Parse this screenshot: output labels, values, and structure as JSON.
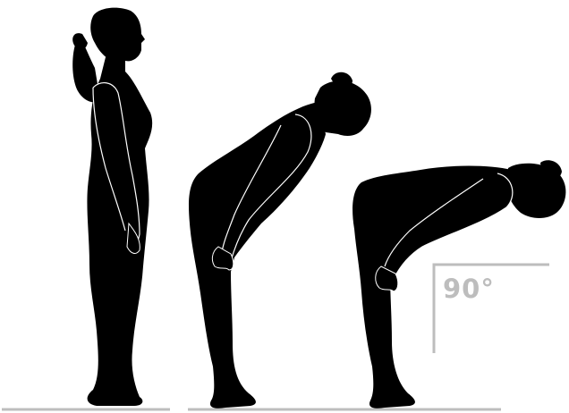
{
  "figures": [
    {
      "pose": "standing"
    },
    {
      "pose": "forward-bend"
    },
    {
      "pose": "flat-back-bend"
    }
  ],
  "angle_marker": {
    "label": "90°"
  },
  "colors": {
    "silhouette": "#000000",
    "outline": "#ffffff",
    "guide": "#bdbdbd",
    "background": "#ffffff"
  }
}
